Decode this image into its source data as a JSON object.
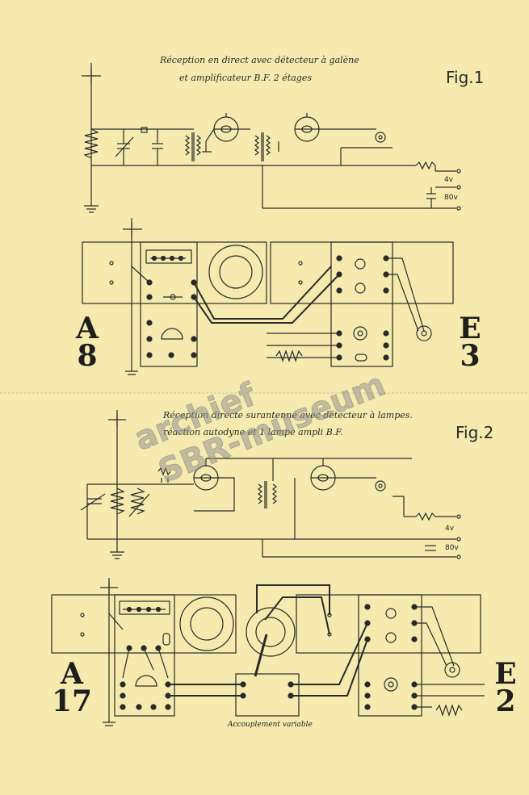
{
  "fig1": {
    "caption_line1": "Réception en direct avec détecteur à galène",
    "caption_line2": "et amplificateur B.F. 2 étages",
    "label": "Fig.1",
    "battery_labels": [
      "4v",
      "80v"
    ],
    "terminal_signs": [
      "-",
      "+",
      "-",
      "+"
    ],
    "left_code": [
      "A",
      "8"
    ],
    "right_code": [
      "E",
      "3"
    ]
  },
  "fig2": {
    "caption_line1": "Réception directe surantenne avec détecteur à lampes.",
    "caption_line2": "réaction autodyne et 1 lampe ampli B.F.",
    "label": "Fig.2",
    "battery_labels": [
      "4v",
      "80v"
    ],
    "left_code": [
      "A",
      "17"
    ],
    "right_code": [
      "E",
      "2"
    ],
    "coupling_label": "Accouplement variable"
  },
  "watermark": {
    "line1": "archief",
    "line2": "SBR-museum"
  },
  "colors": {
    "paper": "#f6eaae",
    "ink": "#2a2a2a"
  }
}
